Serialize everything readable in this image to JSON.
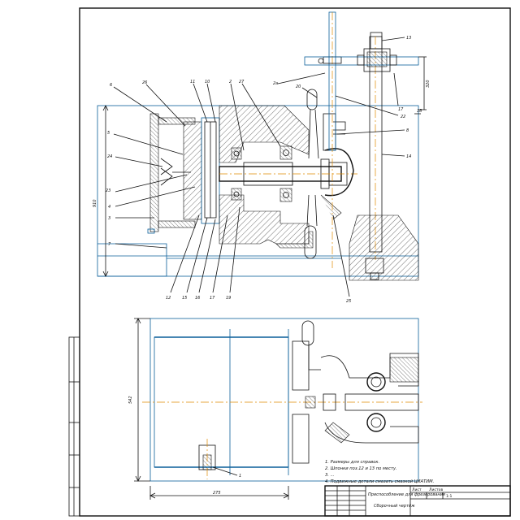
{
  "callouts": {
    "top": [
      "6",
      "26",
      "11",
      "10",
      "2",
      "27",
      "2a",
      "20",
      "8",
      "17",
      "22",
      "13",
      "14",
      "18"
    ],
    "left": [
      "5",
      "24",
      "23",
      "4",
      "3",
      "7"
    ],
    "bottom": [
      "12",
      "15",
      "16",
      "17",
      "19",
      "25"
    ],
    "plan": [
      "1"
    ]
  },
  "dims": {
    "section_height": "910",
    "top_right_dim": "320",
    "plan_height": "542",
    "plan_width": "275"
  },
  "notes": [
    "1. Размеры для справок.",
    "2. Шпонки поз.12 и 13 по месту.",
    "3. ...",
    "4. Подвижные детали смазать смазкой ЦИАТИМ."
  ],
  "title_block": {
    "title": "Приспособление для фрезерования",
    "subtitle": "Сборочный чертёж",
    "sheet_label": "Лист",
    "sheets_label": "Листов",
    "scale": "1:1"
  }
}
